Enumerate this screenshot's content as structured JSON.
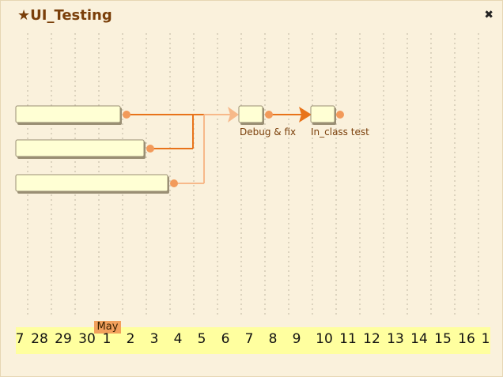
{
  "window": {
    "title": "★UI_Testing",
    "close_glyph": "✖"
  },
  "tasks": [
    {
      "name": "Debug & fix"
    },
    {
      "name": "In_class test"
    }
  ],
  "timeline": {
    "month_label": "May",
    "days": [
      "7",
      "28",
      "29",
      "30",
      "1",
      "2",
      "3",
      "4",
      "5",
      "6",
      "7",
      "8",
      "9",
      "10",
      "11",
      "12",
      "13",
      "14",
      "15",
      "16",
      "1"
    ]
  },
  "colors": {
    "background": "#faf1dc",
    "task_fill": "#ffffd4",
    "connector_dark": "#e8731a",
    "connector_light": "#f7b98a",
    "timeline_fill": "#ffff9f",
    "month_badge": "#f2a05c"
  }
}
